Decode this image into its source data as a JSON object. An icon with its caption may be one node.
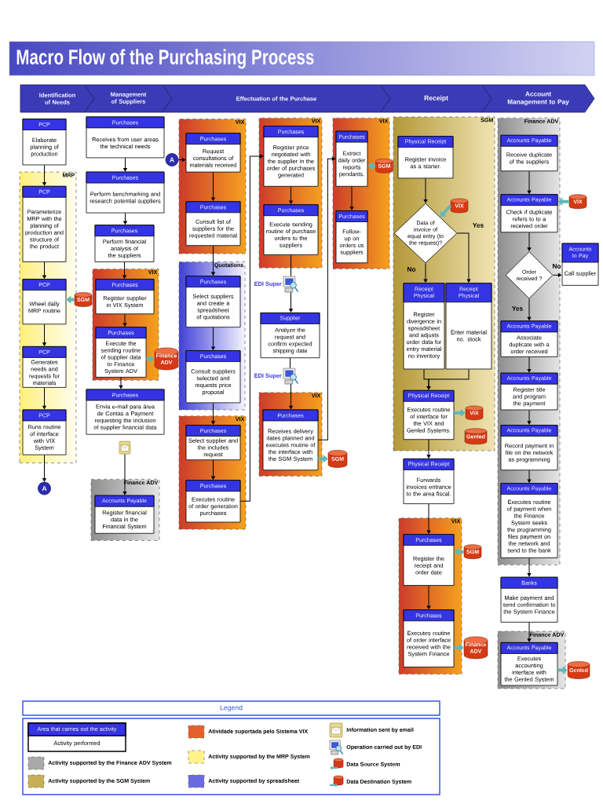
{
  "diagram": {
    "title": "Macro Flow of the Purchasing Process",
    "nodes": [
      {
        "text": [
          "Identification of Needs"
        ]
      },
      {
        "text": [
          "Management of Suppliers"
        ]
      },
      {
        "text": [
          "Effectuation of the Purchase"
        ]
      },
      {
        "text": [
          "Receipt"
        ]
      },
      {
        "text": [
          "Account Management to Pay"
        ]
      },
      {
        "text": [
          "PCP",
          "Elaborate planning of production"
        ]
      },
      {
        "text": [
          "MRP"
        ]
      },
      {
        "text": [
          "PCP",
          "Parameterize MRP with the planning of production and structure of the product"
        ],
        "in": 6
      },
      {
        "text": [
          "PCP",
          "Wheel daily MRP routine"
        ],
        "in": 6
      },
      {
        "text": [
          "SGM"
        ]
      },
      {
        "text": [
          "PCP",
          "Generates needs and requests for materials"
        ],
        "in": 6
      },
      {
        "text": [
          "PCP",
          "Runs routine of interface with VIX System"
        ],
        "in": 6
      },
      {
        "text": [
          "A"
        ]
      },
      {
        "text": [
          "Purchases",
          "Receives from user areas the technical needs"
        ]
      },
      {
        "text": [
          "A"
        ]
      },
      {
        "text": [
          "Purchases",
          "Perform benchmarking and research potential suppliers"
        ]
      },
      {
        "text": [
          "Purchases",
          "Perform financial analysis of the suppliers"
        ]
      },
      {
        "text": [
          "VIX"
        ]
      },
      {
        "text": [
          "Purchases",
          "Register supplier in VIX System"
        ],
        "in": 17
      },
      {
        "text": [
          "Purchases",
          "Execute the sending routine of supplier data to Finance System ADV"
        ],
        "in": 17
      },
      {
        "text": [
          "Finance ADV"
        ]
      },
      {
        "text": [
          "Purchases",
          "Envia e-mail para área de Contas a Payment requesting the inclusion of supplier financial data"
        ]
      },
      {
        "text": [],
        "shape": "picture"
      },
      {
        "text": [
          "Finance ADV"
        ]
      },
      {
        "text": [
          "Accounts Payable",
          "Register financial data in the Financial System"
        ],
        "in": 23
      },
      {
        "text": [
          "VIX"
        ]
      },
      {
        "text": [
          "Purchases",
          "Request consultations of materials received"
        ],
        "in": 25
      },
      {
        "text": [
          "Purchases",
          "Consult list of suppliers for the requested material"
        ],
        "in": 25
      },
      {
        "text": [
          "Quotations"
        ]
      },
      {
        "text": [
          "Purchases",
          "Select suppliers and create a spreadsheet of quotations"
        ],
        "in": 28
      },
      {
        "text": [
          "Purchases",
          "Consult suppliers selected and requests price proposal"
        ],
        "in": 28
      },
      {
        "text": [
          "VIX"
        ]
      },
      {
        "text": [
          "Purchases",
          "Select supplier and the includes request"
        ],
        "in": 31
      },
      {
        "text": [
          "Purchases",
          "Executes routine of order generation purchases"
        ],
        "in": 31
      },
      {
        "text": [
          "VIX"
        ]
      },
      {
        "text": [
          "Purchases",
          "Register price negotiated with the supplier in the order of purchases generated"
        ],
        "in": 34
      },
      {
        "text": [
          "Purchases",
          "Execute sending routine of purchase orders to the suppliers"
        ],
        "in": 34
      },
      {
        "text": [],
        "shape": "picture",
        "beside": [
          "EDI Super"
        ]
      },
      {
        "text": [
          "Supplier",
          "Analyze the request and confirm expected shipping date"
        ]
      },
      {
        "text": [],
        "shape": "picture",
        "beside": [
          "EDI Super"
        ]
      },
      {
        "text": [
          "VIX"
        ]
      },
      {
        "text": [
          "Purchases",
          "Receives delivery dates planned and executes routine of the interface with the SGM System"
        ],
        "in": 40
      },
      {
        "text": [
          "SGM"
        ]
      },
      {
        "text": [
          "VIX"
        ]
      },
      {
        "text": [
          "Purchases",
          "Extract daily order reports pendants."
        ],
        "in": 43
      },
      {
        "text": [
          "SGM"
        ]
      },
      {
        "text": [
          "Purchases",
          "Follow-up on orders us suppliers"
        ],
        "in": 43
      },
      {
        "text": [
          "SGM"
        ]
      },
      {
        "text": [
          "Physical Receipt",
          "Register invoice as a starter."
        ],
        "in": 47
      },
      {
        "text": [
          "Data of invoice of equal entry (to the request)?"
        ],
        "in": 47
      },
      {
        "text": [
          "VIX"
        ],
        "in": 47
      },
      {
        "text": [
          "Receipt Physical",
          "Register divergence in spreadsheet and adjusts order data for entry material no inventory"
        ],
        "in": 47
      },
      {
        "text": [
          "Receipt Physical",
          "Enter material no. stock"
        ],
        "in": 47
      },
      {
        "text": [
          "Physical Receipt",
          "Executes routine of interface for the VIX and Genled Systems."
        ],
        "in": 47
      },
      {
        "text": [
          "VIX"
        ],
        "in": 47
      },
      {
        "text": [
          "Genled"
        ],
        "in": 47
      },
      {
        "text": [
          "Physical Receipt",
          "Forwards invoices entrance to the area fiscal."
        ]
      },
      {
        "text": [
          "VIX"
        ]
      },
      {
        "text": [
          "Purchases",
          "Register the receipt and order date"
        ],
        "in": 57
      },
      {
        "text": [
          "SGM"
        ]
      },
      {
        "text": [
          "Purchases",
          "Executes routine of order interface received with the System Finance"
        ],
        "in": 57
      },
      {
        "text": [
          "Finance ADV"
        ]
      },
      {
        "text": [
          "Finance ADV"
        ]
      },
      {
        "text": [
          "Accounts Payable",
          "Receive duplicate of the suppliers"
        ],
        "in": 62
      },
      {
        "text": [
          "Accounts Payable",
          "Check if duplicate refers to to a received order"
        ],
        "in": 62
      },
      {
        "text": [
          "VIX"
        ]
      },
      {
        "text": [
          "Order received ?"
        ],
        "in": 62
      },
      {
        "text": [
          "Accounts to Pay",
          "Call supplier"
        ]
      },
      {
        "text": [
          "Accounts Payable",
          "Associate duplicate with a order received"
        ],
        "in": 62
      },
      {
        "text": [
          "Accounts Payable",
          "Register title and program the payment"
        ],
        "in": 62
      },
      {
        "text": [
          "Accounts Payable",
          "Record payment in file on the network as programming"
        ],
        "in": 62
      },
      {
        "text": [
          "Accounts Payable",
          "Executes routine of payment when the Finance System seeks the programming files payment on the network and send to the bank"
        ],
        "in": 62
      },
      {
        "text": [
          "Banks",
          "Make payment and send confirmation to the System Finance"
        ]
      },
      {
        "text": [
          "Finance ADV"
        ]
      },
      {
        "text": [
          "Accounts Payable",
          "Executes accounting interface with the Genled System"
        ],
        "in": 73
      },
      {
        "text": [
          "Genled"
        ]
      },
      {
        "text": [
          "Legend"
        ]
      },
      {
        "text": [
          "Area that carries out the activity",
          "Activity performed"
        ]
      }
    ],
    "edges": [
      {
        "from": 5,
        "to": 7,
        "arrow": "to"
      },
      {
        "from": 7,
        "to": 8,
        "arrow": "to"
      },
      {
        "from": 9,
        "to": 8,
        "arrow": "to",
        "style": "thick",
        "color": "#5fb8b8"
      },
      {
        "from": 8,
        "to": 10,
        "arrow": "to"
      },
      {
        "from": 10,
        "to": 11,
        "arrow": "to"
      },
      {
        "from": 11,
        "to": 12,
        "arrow": "to"
      },
      {
        "from": 13,
        "to": 15,
        "arrow": "to"
      },
      {
        "from": 15,
        "to": 16,
        "arrow": "to"
      },
      {
        "from": 16,
        "to": 18,
        "arrow": "to"
      },
      {
        "from": 18,
        "to": 19,
        "arrow": "to"
      },
      {
        "from": 19,
        "to": 20,
        "arrow": "to",
        "style": "thick",
        "color": "#5fb8b8"
      },
      {
        "from": 19,
        "to": 21,
        "arrow": "to"
      },
      {
        "from": 22,
        "to": 24,
        "arrow": "to"
      },
      {
        "from": 14,
        "to": 26,
        "arrow": "to"
      },
      {
        "from": 26,
        "to": 27,
        "arrow": "to"
      },
      {
        "from": 27,
        "to": 29,
        "arrow": "to"
      },
      {
        "from": 29,
        "to": 30,
        "arrow": "to"
      },
      {
        "from": 30,
        "to": 32,
        "arrow": "to"
      },
      {
        "from": 32,
        "to": 33,
        "arrow": "to"
      },
      {
        "from": 33,
        "to": 35,
        "arrow": "to"
      },
      {
        "from": 35,
        "to": 36,
        "arrow": "to"
      },
      {
        "from": 36,
        "to": 37,
        "arrow": "none"
      },
      {
        "from": 37,
        "to": 38,
        "arrow": "to"
      },
      {
        "from": 38,
        "to": 39,
        "arrow": "none"
      },
      {
        "from": 39,
        "to": 41,
        "arrow": "to"
      },
      {
        "from": 41,
        "to": 42,
        "arrow": "to",
        "style": "thick",
        "color": "#5fb8b8"
      },
      {
        "from": 41,
        "to": 44,
        "arrow": "to"
      },
      {
        "from": 45,
        "to": 44,
        "arrow": "to",
        "style": "thick",
        "color": "#5fb8b8"
      },
      {
        "from": 44,
        "to": 46,
        "arrow": "to"
      },
      {
        "from": 48,
        "to": 49,
        "arrow": "to"
      },
      {
        "from": 50,
        "to": 49,
        "arrow": "to",
        "style": "thick",
        "color": "#5fb8b8"
      },
      {
        "from": 49,
        "to": 51,
        "arrow": "to",
        "label": "No"
      },
      {
        "from": 49,
        "to": 52,
        "arrow": "to",
        "label": "Yes"
      },
      {
        "from": 51,
        "to": 53,
        "arrow": "to"
      },
      {
        "from": 52,
        "to": 53,
        "arrow": "to"
      },
      {
        "from": 53,
        "to": 54,
        "arrow": "to",
        "style": "thick",
        "color": "#5fb8b8"
      },
      {
        "from": 53,
        "to": 56,
        "arrow": "to"
      },
      {
        "from": 56,
        "to": 58,
        "arrow": "to"
      },
      {
        "from": 59,
        "to": 58,
        "arrow": "to",
        "style": "thick",
        "color": "#5fb8b8"
      },
      {
        "from": 58,
        "to": 60,
        "arrow": "to"
      },
      {
        "from": 60,
        "to": 61,
        "arrow": "to",
        "style": "thick",
        "color": "#5fb8b8"
      },
      {
        "from": 63,
        "to": 64,
        "arrow": "to"
      },
      {
        "from": 65,
        "to": 64,
        "arrow": "to",
        "style": "thick",
        "color": "#5fb8b8"
      },
      {
        "from": 64,
        "to": 66,
        "arrow": "to"
      },
      {
        "from": 66,
        "to": 67,
        "arrow": "to",
        "label": "No"
      },
      {
        "from": 66,
        "to": 68,
        "arrow": "to",
        "label": "Yes"
      },
      {
        "from": 68,
        "to": 69,
        "arrow": "to"
      },
      {
        "from": 69,
        "to": 70,
        "arrow": "to"
      },
      {
        "from": 70,
        "to": 71,
        "arrow": "to"
      },
      {
        "from": 71,
        "to": 72,
        "arrow": "to"
      },
      {
        "from": 72,
        "to": 74,
        "arrow": "to"
      },
      {
        "from": 74,
        "to": 75,
        "arrow": "to",
        "style": "thick",
        "color": "#5fb8b8"
      }
    ],
    "legend": [
      {
        "text": "Activity supported by the Finance ADV System",
        "color": "#a9a9a9"
      },
      {
        "text": "Activity supported by the SGM System",
        "color": "#c8ae55"
      },
      {
        "text": "Atividade suportada pelo Sistema VIX",
        "color": "#e2622a"
      },
      {
        "text": "Activity supported by the MRP System",
        "color": "#fff38a"
      },
      {
        "text": "Activity supported by spreadsheet",
        "color": "#6a6ae0"
      },
      {
        "text": "Information sent by email"
      },
      {
        "text": "Operation carried out by EDI"
      },
      {
        "text": "Data Source System"
      },
      {
        "text": "Data Destination System"
      }
    ]
  }
}
